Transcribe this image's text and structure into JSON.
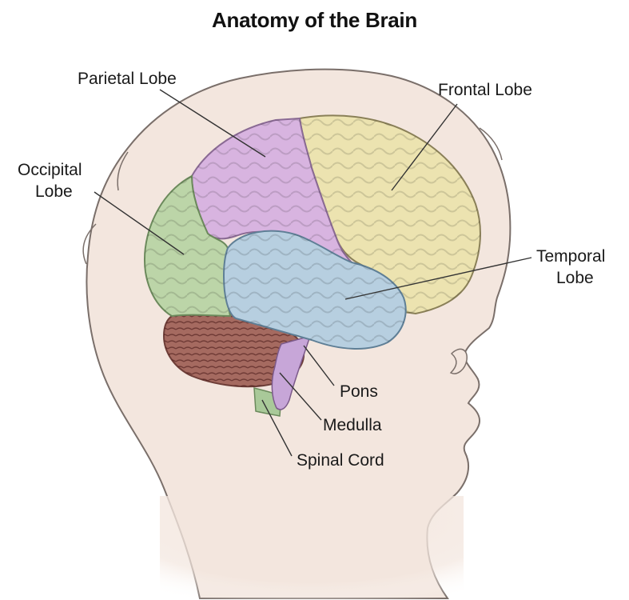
{
  "title": "Anatomy of the Brain",
  "labels": {
    "parietal": "Parietal Lobe",
    "frontal": "Frontal Lobe",
    "occipital_line1": "Occipital",
    "occipital_line2": "Lobe",
    "temporal_line1": "Temporal",
    "temporal_line2": "Lobe",
    "pons": "Pons",
    "medulla": "Medulla",
    "spinal_cord": "Spinal Cord"
  },
  "colors": {
    "skin": "#f3e6de",
    "outline": "#7a6f6a",
    "frontal": "#ece3b0",
    "parietal": "#d8b4e0",
    "occipital": "#bcd5a8",
    "temporal": "#b7cfe0",
    "cerebellum": "#a56a60",
    "brainstem": "#c7a6d8",
    "spinal_cord": "#a9c999",
    "leader_line": "#333333"
  }
}
